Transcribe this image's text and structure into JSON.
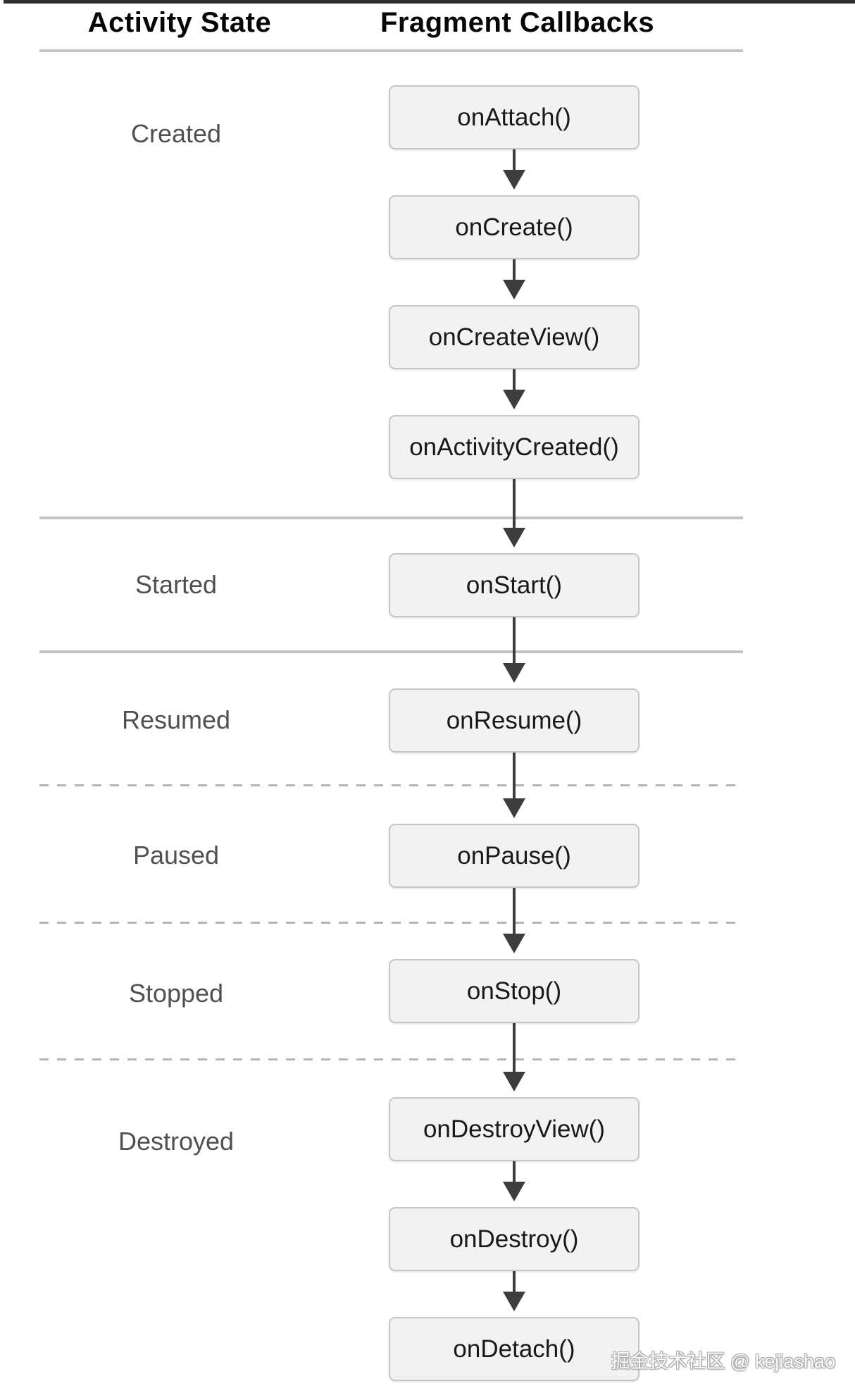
{
  "header": {
    "col1": "Activity State",
    "col2": "Fragment Callbacks"
  },
  "diagram": {
    "sections": [
      {
        "state": "Created",
        "callbacks": [
          "onAttach()",
          "onCreate()",
          "onCreateView()",
          "onActivityCreated()"
        ],
        "divider_after": "solid"
      },
      {
        "state": "Started",
        "callbacks": [
          "onStart()"
        ],
        "divider_after": "solid"
      },
      {
        "state": "Resumed",
        "callbacks": [
          "onResume()"
        ],
        "divider_after": "dashed"
      },
      {
        "state": "Paused",
        "callbacks": [
          "onPause()"
        ],
        "divider_after": "dashed"
      },
      {
        "state": "Stopped",
        "callbacks": [
          "onStop()"
        ],
        "divider_after": "dashed"
      },
      {
        "state": "Destroyed",
        "callbacks": [
          "onDestroyView()",
          "onDestroy()",
          "onDetach()"
        ],
        "divider_after": "none"
      }
    ],
    "colors": {
      "top_bar": "#2e2e2e",
      "header_text": "#060606",
      "box_fill": "#f2f2f2",
      "box_border": "#c6c6c6",
      "box_text": "#191919",
      "state_text": "#505050",
      "line": "#c3c3c3",
      "dash": "#b5b5b5",
      "arrow": "#3d3d3d"
    }
  },
  "watermark": "掘金技术社区 @ kejiashao"
}
